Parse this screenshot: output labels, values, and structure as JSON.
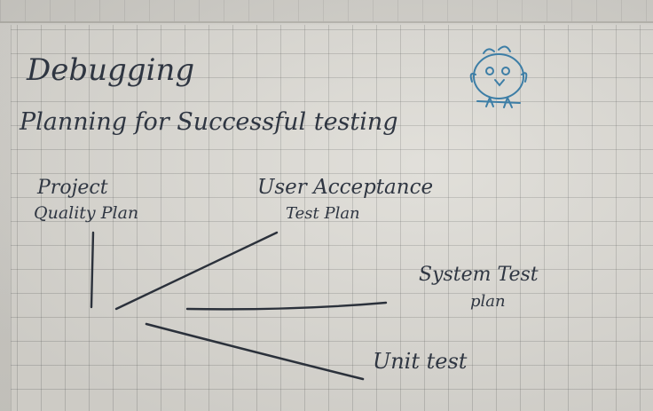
{
  "notes": {
    "heading": "Debugging",
    "subheading": "Planning for Successful testing",
    "labels": {
      "project_quality_plan": [
        "Project",
        "Quality Plan"
      ],
      "user_acceptance_test_plan": [
        "User Acceptance",
        "Test Plan"
      ],
      "system_test_plan": [
        "System Test",
        "plan"
      ],
      "unit_test": "Unit test"
    }
  },
  "colors": {
    "ink": "#2f3642",
    "doodle": "#3d7ea6",
    "grid": "#7a7a7a",
    "paper": "#dedcd6"
  },
  "icons": {
    "doodle": "bird-doodle-icon"
  }
}
